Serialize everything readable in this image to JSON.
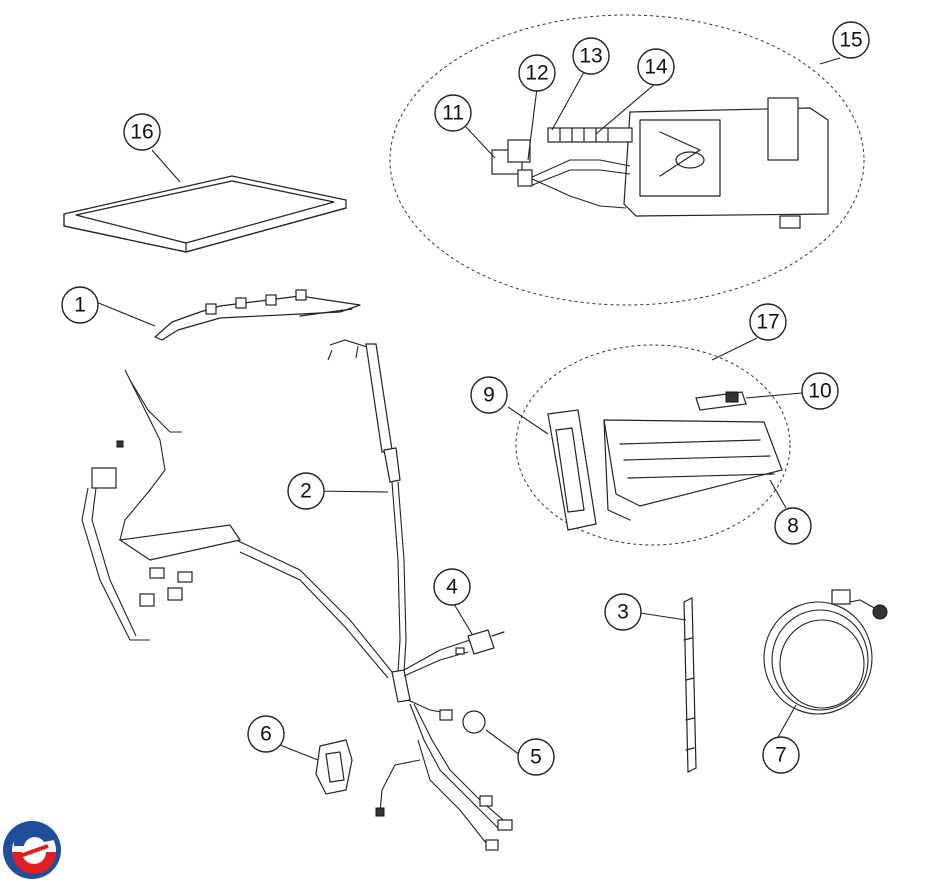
{
  "callouts": [
    {
      "id": "1",
      "label": "1"
    },
    {
      "id": "2",
      "label": "2"
    },
    {
      "id": "3",
      "label": "3"
    },
    {
      "id": "4",
      "label": "4"
    },
    {
      "id": "5",
      "label": "5"
    },
    {
      "id": "6",
      "label": "6"
    },
    {
      "id": "7",
      "label": "7"
    },
    {
      "id": "8",
      "label": "8"
    },
    {
      "id": "9",
      "label": "9"
    },
    {
      "id": "10",
      "label": "10"
    },
    {
      "id": "11",
      "label": "11"
    },
    {
      "id": "12",
      "label": "12"
    },
    {
      "id": "13",
      "label": "13"
    },
    {
      "id": "14",
      "label": "14"
    },
    {
      "id": "15",
      "label": "15"
    },
    {
      "id": "16",
      "label": "16"
    },
    {
      "id": "17",
      "label": "17"
    }
  ],
  "logo": {
    "colors": {
      "blue": "#1f4e9c",
      "red": "#e02020",
      "white": "#ffffff"
    }
  }
}
